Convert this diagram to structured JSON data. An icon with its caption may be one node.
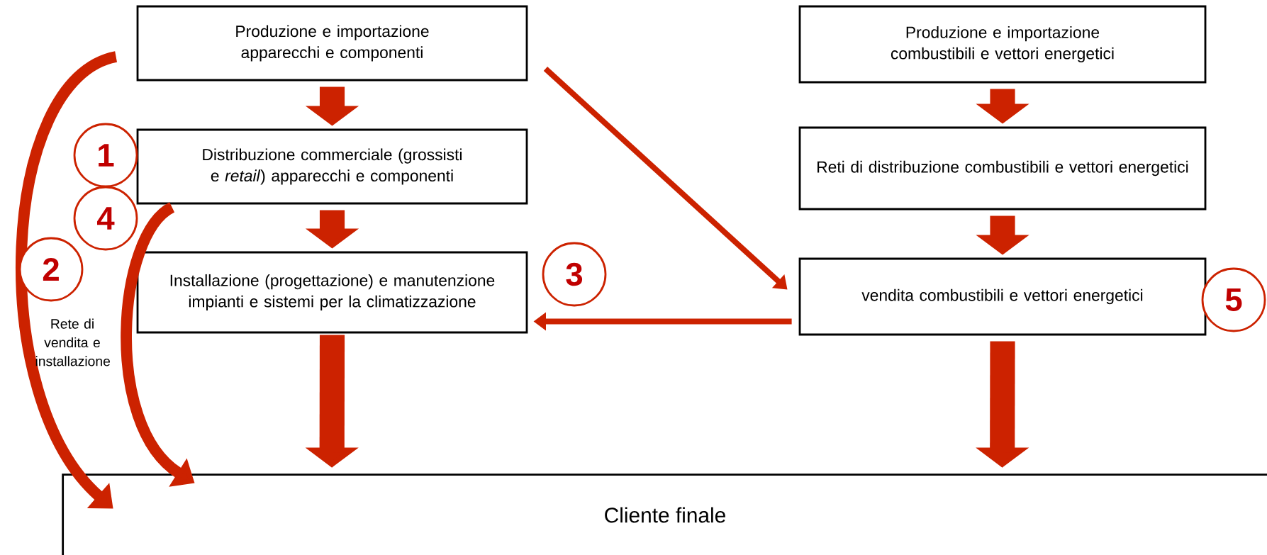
{
  "diagram": {
    "nodes": [
      {
        "text": [
          "Produzione e importazione apparecchi e componenti"
        ]
      },
      {
        "text": [
          "Distribuzione commerciale (grossisti e *retail*) apparecchi e componenti"
        ]
      },
      {
        "text": [
          "Installazione (progettazione) e manutenzione impianti e sistemi per la climatizzazione"
        ]
      },
      {
        "text": [
          "Produzione e importazione combustibili e vettori energetici"
        ]
      },
      {
        "text": [
          "Reti di distribuzione combustibili e vettori energetici"
        ]
      },
      {
        "text": [
          "vendita combustibili e vettori energetici"
        ]
      },
      {
        "text": [
          "Cliente finale"
        ]
      }
    ],
    "edges": [
      {
        "from": 0,
        "to": 1,
        "arrow": "to"
      },
      {
        "from": 1,
        "to": 2,
        "arrow": "to"
      },
      {
        "from": 2,
        "to": 6,
        "arrow": "to"
      },
      {
        "from": 3,
        "to": 4,
        "arrow": "to"
      },
      {
        "from": 4,
        "to": 5,
        "arrow": "to"
      },
      {
        "from": 5,
        "to": 6,
        "arrow": "to"
      },
      {
        "from": 0,
        "to": 5,
        "arrow": "to"
      },
      {
        "from": 5,
        "to": 2,
        "arrow": "to"
      },
      {
        "from": 0,
        "to": 6,
        "arrow": "to"
      },
      {
        "from": 1,
        "to": 6,
        "arrow": "to"
      }
    ],
    "labels": [
      "1",
      "4",
      "2",
      "3",
      "5",
      "Rete di vendita e installazione"
    ]
  }
}
